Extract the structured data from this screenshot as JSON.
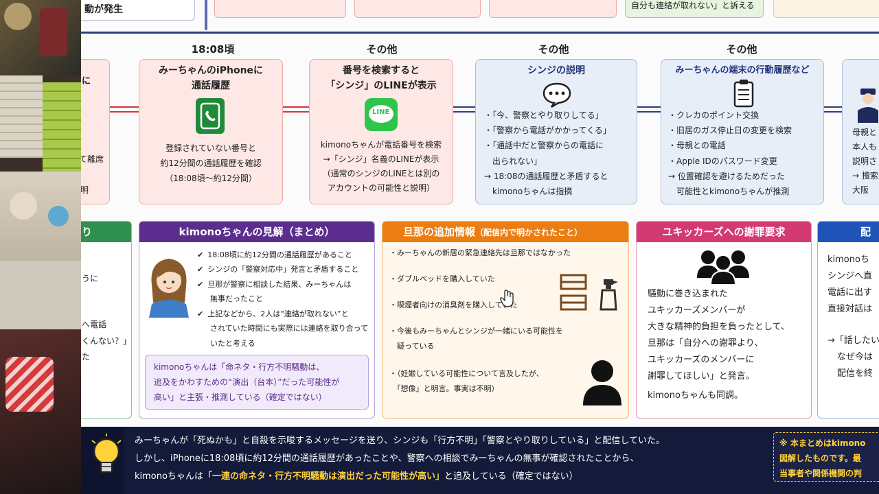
{
  "top_row": {
    "left_fragment": "動が発生",
    "right_fragment": "自分も連絡が取れない」と訴える"
  },
  "timeline": {
    "left_partial": {
      "line1": "に",
      "line2": "て離席",
      "line3": "明"
    },
    "columns": [
      {
        "time": "18:08頃",
        "title": [
          "みーちゃんのiPhoneに",
          "通話履歴"
        ],
        "icon": "phone-icon",
        "body": [
          "登録されていない番号と",
          "約12分間の通話履歴を確認",
          "（18:08頃〜約12分間）"
        ]
      },
      {
        "time": "その他",
        "title": [
          "番号を検索すると",
          "「シンジ」のLINEが表示"
        ],
        "icon": "line-icon",
        "icon_label": "LINE",
        "body": [
          "kimonoちゃんが電話番号を検索",
          "→「シンジ」名義のLINEが表示",
          "（通常のシンジのLINEとは別の",
          "アカウントの可能性と説明）"
        ]
      },
      {
        "time": "その他",
        "title": [
          "シンジの説明"
        ],
        "icon": "chat-icon",
        "body": [
          "・「今、警察とやり取りしてる」",
          "・「警察から電話がかかってくる」",
          "・「通話中だと警察からの電話に",
          "　出られない」",
          "→ 18:08の通話履歴と矛盾すると",
          "　kimonoちゃんは指摘"
        ]
      },
      {
        "time": "その他",
        "title": [
          "みーちゃんの端末の行動履歴など"
        ],
        "icon": "clipboard-icon",
        "body": [
          "・クレカのポイント交換",
          "・旧居のガス停止日の変更を検索",
          "・母親との電話",
          "・Apple IDのパスワード変更",
          "→ 位置確認を避けるためだった",
          "　可能性とkimonoちゃんが推測"
        ]
      }
    ],
    "right_partial": {
      "line1": "母親と",
      "line2": "本人も",
      "line3": "説明さ",
      "line4": "→ 捜索",
      "line5": "大阪"
    }
  },
  "panels": {
    "left_partial": {
      "header": "り",
      "lines": [
        "うに",
        "",
        "へ電話",
        "くんない？」",
        "た"
      ]
    },
    "kimono_view": {
      "header": "kimonoちゃんの見解（まとめ）",
      "checks": [
        "18:08頃に約12分間の通話履歴があること",
        "シンジの「警察対応中」発言と矛盾すること",
        "旦那が警察に相談した結果、みーちゃんは",
        "無事だったこと",
        "上記などから、2人は“連絡が取れない”と",
        "されていた時間にも実際には連絡を取り合って",
        "いたと考える"
      ],
      "summary": [
        "kimonoちゃんは「命ネタ・行方不明騒動は、",
        "追及をかわすための“演出（台本）”だった可能性が",
        "高い」と主張・推測している（確定ではない）"
      ]
    },
    "husband_info": {
      "header": "旦那の追加情報",
      "header_sub": "（配信内で明かされたこと）",
      "items": [
        "・みーちゃんの新居の緊急連絡先は旦那ではなかった",
        "・ダブルベッドを購入していた",
        "・喫煙者向けの消臭剤を購入していた",
        "・今後もみーちゃんとシンジが一緒にいる可能性を",
        "　疑っている",
        "・（妊娠している可能性について言及したが、",
        "　「想像」と明言。事実は不明）"
      ]
    },
    "apology": {
      "header": "ユキッカーズへの謝罪要求",
      "lines": [
        "騒動に巻き込まれた",
        "ユキッカーズメンバーが",
        "大きな精神的負担を負ったとして、",
        "旦那は「自分への謝罪より、",
        "ユキッカーズのメンバーに",
        "謝罪してほしい」と発言。",
        "kimonoちゃんも同調。"
      ]
    },
    "right_partial": {
      "header": "配",
      "lines": [
        "kimonoち",
        "シンジへ直",
        "電話に出す",
        "直接対話は",
        "",
        "→「話したい",
        "なぜ今は",
        "配信を終"
      ]
    }
  },
  "footer": {
    "line1": "みーちゃんが「死ぬかも」と自殺を示唆するメッセージを送り、シンジも「行方不明」「警察とやり取りしている」と配信していた。",
    "line2": "しかし、iPhoneに18:08頃に約12分間の通話履歴があったことや、警察への相談でみーちゃんの無事が確認されたことから、",
    "line3_pre": "kimonoちゃんは",
    "line3_highlight": "「一連の命ネタ・行方不明騒動は演出だった可能性が高い」",
    "line3_post": "と追及している（確定ではない）",
    "disclaimer": [
      "※ 本まとめはkimono",
      "図解したものです。最",
      "当事者や関係機関の判"
    ]
  },
  "colors": {
    "kimono_header": "#5b2d8e",
    "husband_header": "#ec7d12",
    "apology_header": "#d43a72",
    "left_header": "#2f8f4e",
    "right_header": "#1f53b8",
    "footer_bg": "#131a3a",
    "highlight": "#ffd23a"
  }
}
